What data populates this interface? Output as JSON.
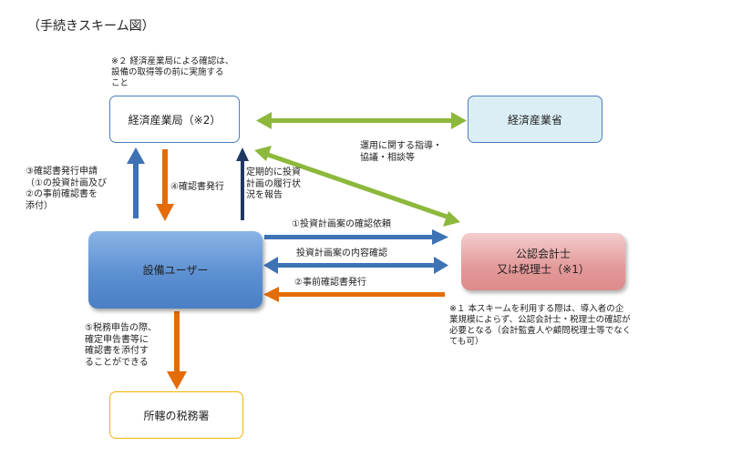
{
  "title": "（手続きスキーム図）",
  "notes": {
    "note2": "※２ 経済産業局による確認は、\n設備の取得等の前に実施する\nこと",
    "note1": "※１ 本スキームを利用する際は、導入者の企\n業規模によらず、公認会計士・税理士の確認が\n必要となる（会計監査人や顧問税理士等でなく\nても可）"
  },
  "nodes": {
    "meti_bureau": "経済産業局（※2）",
    "meti": "経済産業省",
    "user": "設備ユーザー",
    "accountant_line1": "公認会計士",
    "accountant_line2": "又は税理士（※1）",
    "tax_office": "所轄の税務署"
  },
  "edges": {
    "guidance": "運用に関する指導・\n協議・相談等",
    "apply": "③確認書発行申請\n（①の投資計画及び\n②の事前確認書を\n添付）",
    "issue_confirmation": "④確認書発行",
    "periodic_report": "定期的に投資\n計画の履行状\n況を報告",
    "request_check": "①投資計画案の確認依頼",
    "content_check": "投資計画案の内容確認",
    "prior_issue": "②事前確認書発行",
    "tax_filing": "⑤税務申告の際、\n確定申告書等に\n確認書を添付す\nることができる"
  },
  "colors": {
    "blue_arrow": "#3d72b4",
    "orange_arrow": "#e36c09",
    "green_arrow": "#8cb83c",
    "dark_arrow": "#1f3864",
    "box_border_blue": "#4a7ebb",
    "box_border_orange": "#f0b400"
  }
}
